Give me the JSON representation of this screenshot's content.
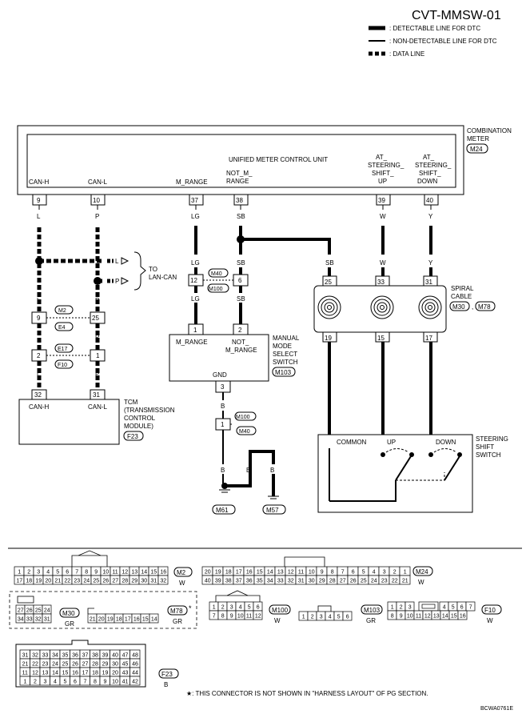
{
  "title": "CVT-MMSW-01",
  "legend": [
    {
      "label": ": DETECTABLE LINE FOR DTC",
      "style": "detectable"
    },
    {
      "label": ": NON-DETECTABLE LINE FOR DTC",
      "style": "non-detectable"
    },
    {
      "label": ": DATA LINE",
      "style": "data"
    }
  ],
  "combination_meter": {
    "name_line1": "COMBINATION",
    "name_line2": "METER",
    "connector": "M24",
    "unit_label": "UNIFIED  METER  CONTROL UNIT",
    "terminals": [
      {
        "pin": "9",
        "label1": "CAN-H",
        "label2": ""
      },
      {
        "pin": "10",
        "label1": "CAN-L",
        "label2": ""
      },
      {
        "pin": "37",
        "label1": "M_RANGE",
        "label2": ""
      },
      {
        "pin": "38",
        "label1": "NOT_M_",
        "label2": "RANGE"
      },
      {
        "pin": "39",
        "label1": "AT_",
        "label2": "STEERING_",
        "label3": "SHIFT_",
        "label4": "UP"
      },
      {
        "pin": "40",
        "label1": "AT_",
        "label2": "STEERING_",
        "label3": "SHIFT_",
        "label4": "DOWN"
      }
    ]
  },
  "wire_colors": {
    "can_h": "L",
    "can_l": "P",
    "m_range": "LG",
    "not_m_range": "SB",
    "up": "W",
    "down": "Y",
    "gnd": "B",
    "lan_l": "L",
    "lan_p": "P"
  },
  "lan_can": {
    "line1": "TO",
    "line2": "LAN-CAN"
  },
  "joint_connectors": {
    "m2_pins": [
      "9",
      "25"
    ],
    "m2": "M2",
    "e4": "E4",
    "e17_pins": [
      "2",
      "1"
    ],
    "e17": "E17",
    "f10": "F10",
    "m40_pins": [
      "12",
      "6"
    ],
    "m40": "M40",
    "m100": "M100",
    "gnd_pin_top": "3",
    "gnd_pin_bottom": "1",
    "m100b": "M100",
    "m40b": "M40"
  },
  "tcm": {
    "pins": [
      "32",
      "31"
    ],
    "pin_labels": [
      "CAN-H",
      "CAN-L"
    ],
    "name_lines": [
      "TCM",
      "(TRANSMISSION",
      "CONTROL",
      "MODULE)"
    ],
    "connector": "F23"
  },
  "manual_switch": {
    "pins": [
      "1",
      "2"
    ],
    "pin_labels": [
      "M_RANGE",
      "NOT_",
      "M_RANGE"
    ],
    "gnd_label": "GND",
    "name_lines": [
      "MANUAL",
      "MODE",
      "SELECT",
      "SWITCH"
    ],
    "connector": "M103"
  },
  "spiral_cable": {
    "top_pins": [
      "25",
      "33",
      "31"
    ],
    "bottom_pins": [
      "19",
      "15",
      "17"
    ],
    "name_lines": [
      "SPIRAL",
      "CABLE"
    ],
    "connectors": [
      "M30",
      "M78"
    ]
  },
  "steering_switch": {
    "labels": [
      "COMMON",
      "UP",
      "DOWN"
    ],
    "name_lines": [
      "STEERING",
      "SHIFT",
      "SWITCH"
    ]
  },
  "grounds": [
    "M61",
    "M57"
  ],
  "connector_views": {
    "m2": {
      "name": "M2",
      "color": "W",
      "row1": [
        "1",
        "2",
        "3",
        "4",
        "5",
        "6",
        "7",
        "8",
        "9",
        "10",
        "11",
        "12",
        "13",
        "14",
        "15",
        "16"
      ],
      "row2": [
        "17",
        "18",
        "19",
        "20",
        "21",
        "22",
        "23",
        "24",
        "25",
        "26",
        "27",
        "28",
        "29",
        "30",
        "31",
        "32"
      ]
    },
    "m24": {
      "name": "M24",
      "color": "W",
      "row1": [
        "20",
        "19",
        "18",
        "17",
        "16",
        "15",
        "14",
        "13",
        "12",
        "11",
        "10",
        "9",
        "8",
        "7",
        "6",
        "5",
        "4",
        "3",
        "2",
        "1"
      ],
      "row2": [
        "40",
        "39",
        "38",
        "37",
        "36",
        "35",
        "34",
        "33",
        "32",
        "31",
        "30",
        "29",
        "28",
        "27",
        "26",
        "25",
        "24",
        "23",
        "22",
        "21"
      ]
    },
    "m30": {
      "name": "M30",
      "color": "GR",
      "row1": [
        "27",
        "26",
        "25",
        "24"
      ],
      "row2": [
        "34",
        "33",
        "32",
        "31"
      ]
    },
    "m78": {
      "name": "M78",
      "star": "*",
      "color": "GR",
      "row1": [
        "21",
        "20",
        "19",
        "18",
        "17",
        "16",
        "15",
        "14"
      ]
    },
    "m100": {
      "name": "M100",
      "color": "W",
      "row1": [
        "1",
        "2",
        "3",
        "4",
        "5",
        "6"
      ],
      "row2": [
        "7",
        "8",
        "9",
        "10",
        "11",
        "12"
      ]
    },
    "m103": {
      "name": "M103",
      "color": "GR",
      "row1": [
        "1",
        "2",
        "3",
        "4",
        "5",
        "6"
      ]
    },
    "f10": {
      "name": "F10",
      "color": "W",
      "row1": [
        "1",
        "2",
        "3",
        "4",
        "5",
        "6",
        "7"
      ],
      "row2": [
        "8",
        "9",
        "10",
        "11",
        "12",
        "13",
        "14",
        "15",
        "16"
      ]
    },
    "f23": {
      "name": "F23",
      "color": "B",
      "rows": [
        [
          "31",
          "32",
          "33",
          "34",
          "35",
          "36",
          "37",
          "38",
          "39",
          "40",
          "47",
          "48"
        ],
        [
          "21",
          "22",
          "23",
          "24",
          "25",
          "26",
          "27",
          "28",
          "29",
          "30",
          "45",
          "46"
        ],
        [
          "11",
          "12",
          "13",
          "14",
          "15",
          "16",
          "17",
          "18",
          "19",
          "20",
          "43",
          "44"
        ],
        [
          "1",
          "2",
          "3",
          "4",
          "5",
          "6",
          "7",
          "8",
          "9",
          "10",
          "41",
          "42"
        ]
      ]
    }
  },
  "footnote": "★: THIS CONNECTOR IS NOT SHOWN IN \"HARNESS LAYOUT\" OF PG SECTION.",
  "code": "BCWA0761E"
}
